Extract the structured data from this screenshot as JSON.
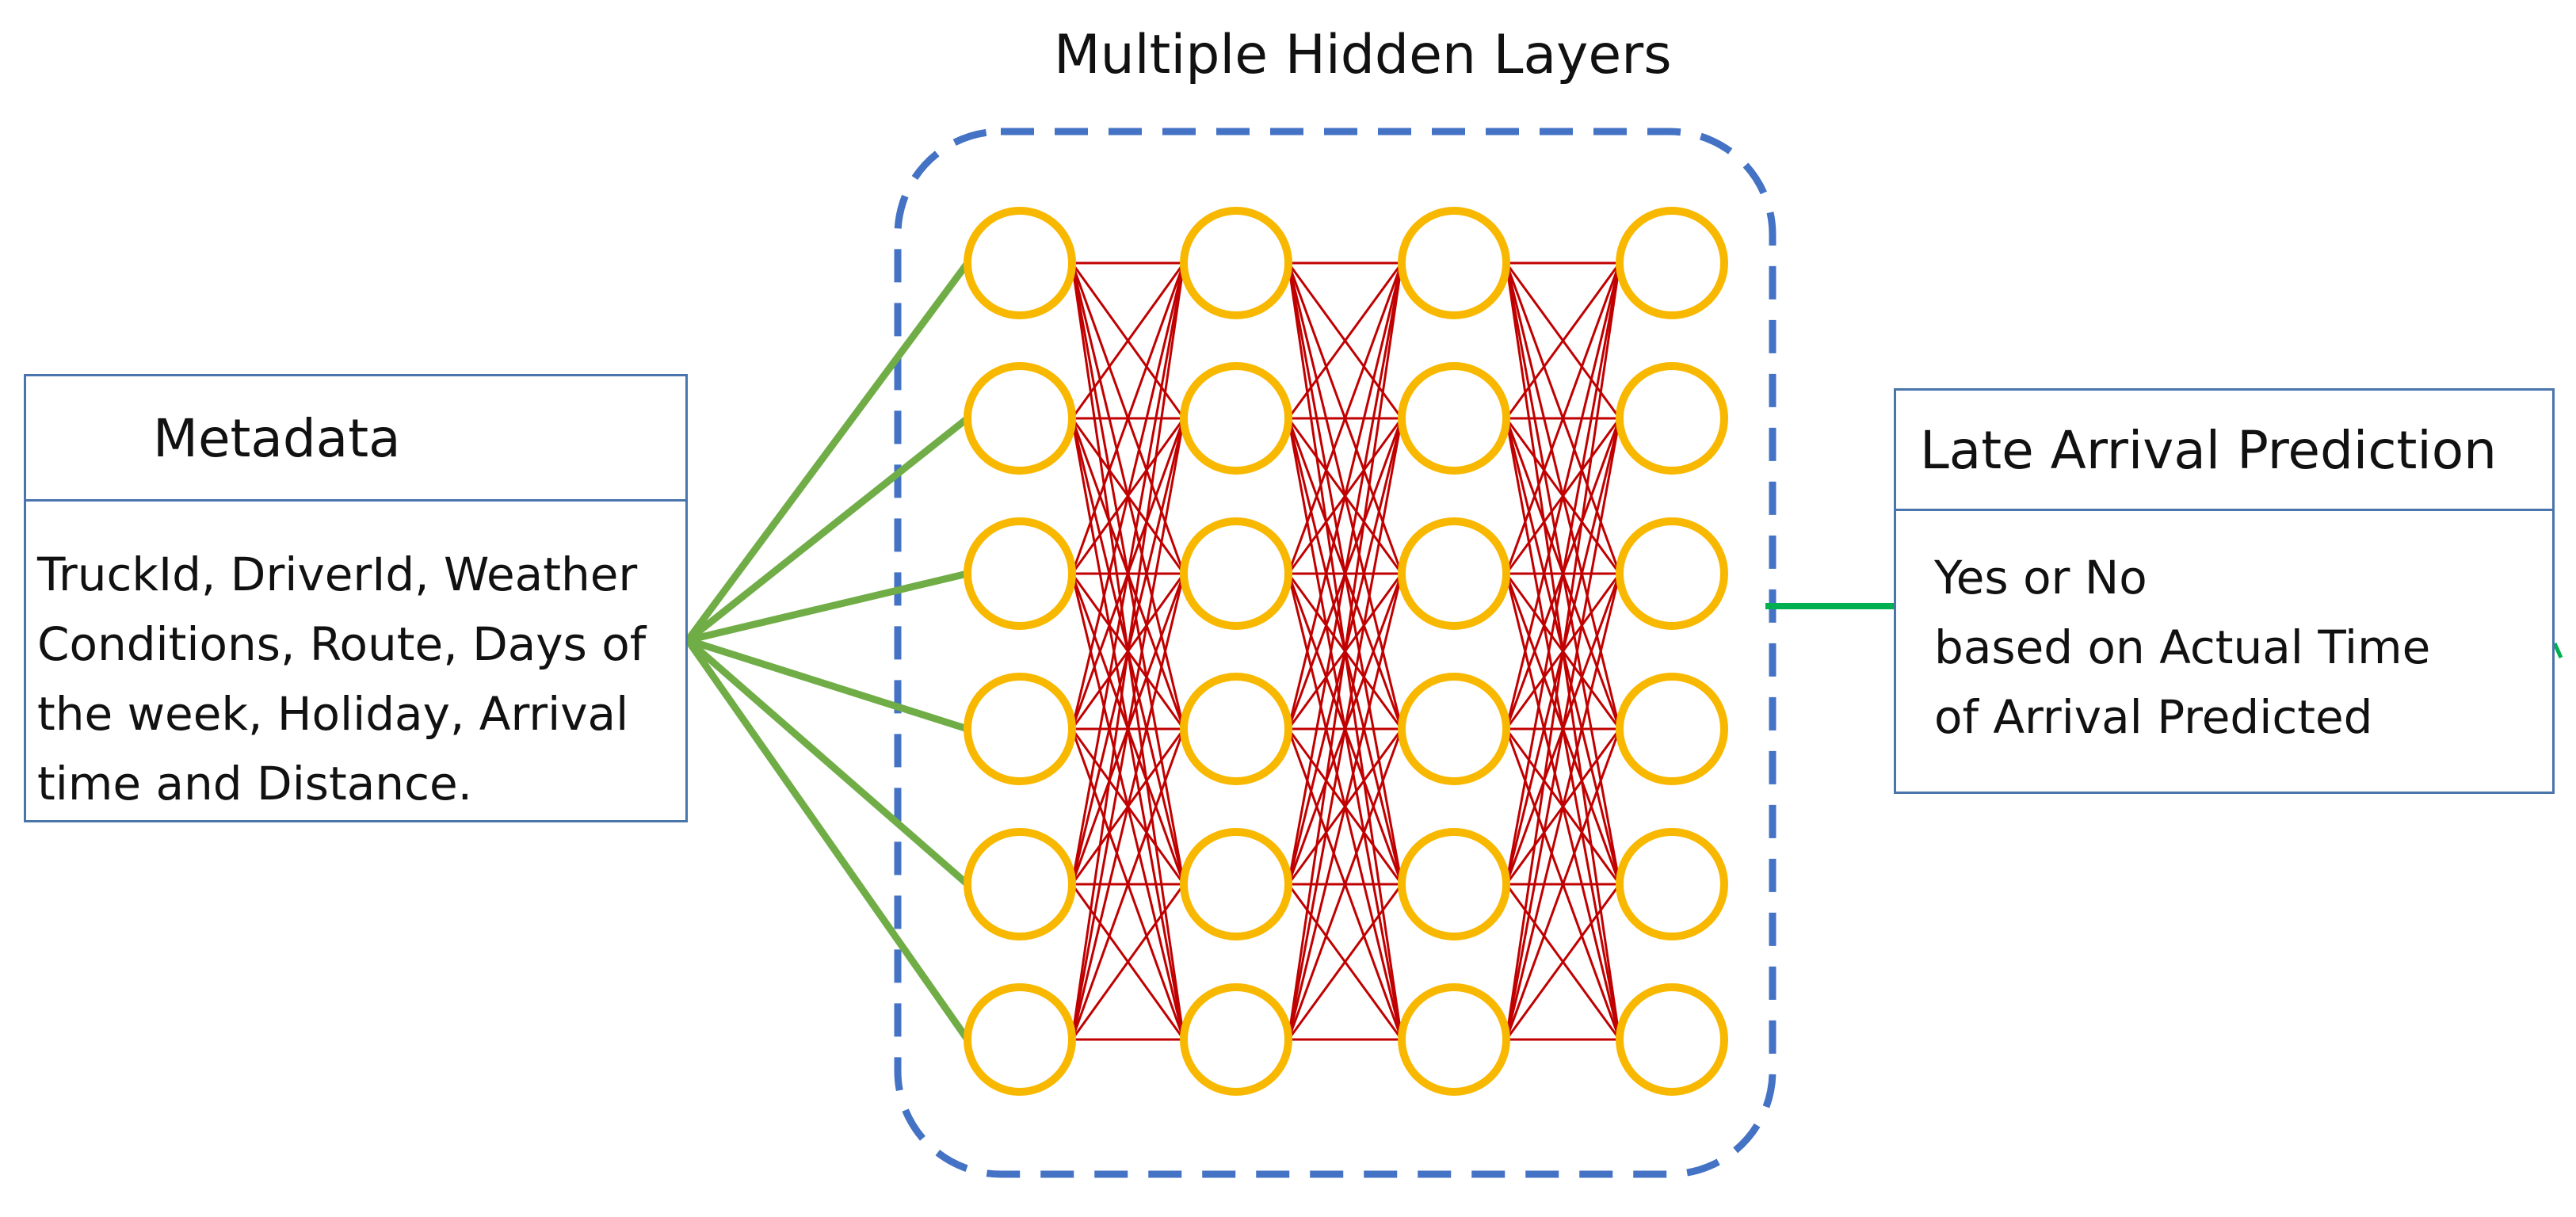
{
  "title": "Multiple Hidden Layers",
  "input_box": {
    "title": "Metadata",
    "lines": [
      "TruckId, DriverId, Weather",
      "Conditions, Route, Days of",
      "the week, Holiday, Arrival",
      "time and Distance."
    ]
  },
  "output_box": {
    "title": "Late Arrival Prediction",
    "lines": [
      "Yes or No",
      "based on Actual Time",
      "of Arrival Predicted"
    ]
  },
  "network": {
    "layers": 4,
    "nodes_per_layer": 6
  },
  "colors": {
    "node_stroke": "#f9b800",
    "weight_edges": "#c00000",
    "input_edges": "#70ad47",
    "output_edge": "#00b050",
    "group_border": "#4472c4",
    "box_border": "#4a74ac"
  }
}
